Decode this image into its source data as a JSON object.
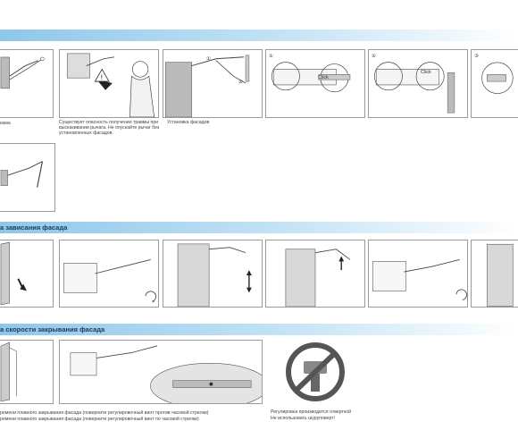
{
  "sections": [
    {
      "title": ""
    },
    {
      "title": "а зависания фасада"
    },
    {
      "title": "а скорости закрывания фасада"
    }
  ],
  "captions": {
    "c1": "изма",
    "c2": "Существует опасность получения травмы при выскакивании рычага. Не опускайте рычаг без установленных фасадов.",
    "c3": "Установка фасадов",
    "c4": "ремени плавного закрывания фасада (поверните регулировочный винт против часовой стрелки)",
    "c5": "ремени плавного закрывания фасада (поверните регулировочный винт по часовой стрелки)",
    "c6": "Регулировка производится отверткой",
    "c7": "Не использовать шуруповерт!"
  },
  "markers": {
    "m1": "①",
    "m2": "②",
    "m3": "③",
    "click": "Click",
    "plus": "+",
    "minus": "−"
  },
  "colors": {
    "band": "#8ec7ea",
    "prohibit": "#555555",
    "frame": "#9a9a9a"
  }
}
